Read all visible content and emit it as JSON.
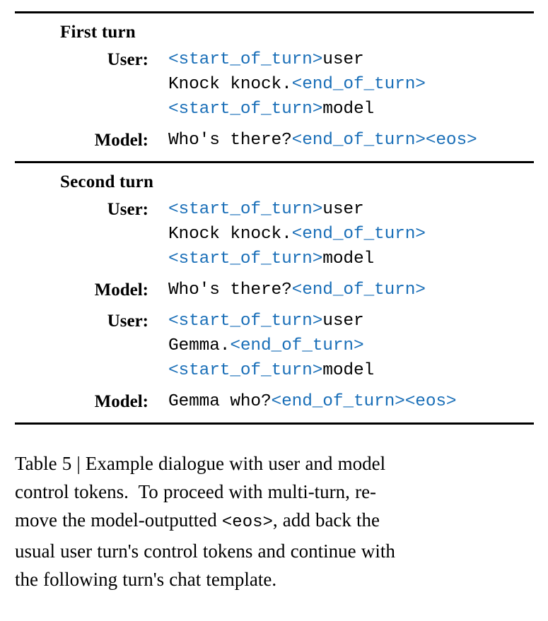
{
  "colors": {
    "control_token": "#1a6fb8",
    "text": "#000000",
    "rule": "#000000",
    "background": "#ffffff"
  },
  "table": {
    "sections": [
      {
        "title": "First turn",
        "rows": [
          {
            "label": "User:",
            "lines": [
              [
                {
                  "text": "<start_of_turn>",
                  "kind": "token"
                },
                {
                  "text": "user",
                  "kind": "literal"
                }
              ],
              [
                {
                  "text": "Knock knock.",
                  "kind": "literal"
                },
                {
                  "text": "<end_of_turn>",
                  "kind": "token"
                }
              ],
              [
                {
                  "text": "<start_of_turn>",
                  "kind": "token"
                },
                {
                  "text": "model",
                  "kind": "literal"
                }
              ]
            ]
          },
          {
            "label": "Model:",
            "lines": [
              [
                {
                  "text": "Who's there?",
                  "kind": "literal"
                },
                {
                  "text": "<end_of_turn><eos>",
                  "kind": "token"
                }
              ]
            ]
          }
        ]
      },
      {
        "title": "Second turn",
        "rows": [
          {
            "label": "User:",
            "lines": [
              [
                {
                  "text": "<start_of_turn>",
                  "kind": "token"
                },
                {
                  "text": "user",
                  "kind": "literal"
                }
              ],
              [
                {
                  "text": "Knock knock.",
                  "kind": "literal"
                },
                {
                  "text": "<end_of_turn>",
                  "kind": "token"
                }
              ],
              [
                {
                  "text": "<start_of_turn>",
                  "kind": "token"
                },
                {
                  "text": "model",
                  "kind": "literal"
                }
              ]
            ]
          },
          {
            "label": "Model:",
            "lines": [
              [
                {
                  "text": "Who's there?",
                  "kind": "literal"
                },
                {
                  "text": "<end_of_turn>",
                  "kind": "token"
                }
              ]
            ]
          },
          {
            "label": "User:",
            "lines": [
              [
                {
                  "text": "<start_of_turn>",
                  "kind": "token"
                },
                {
                  "text": "user",
                  "kind": "literal"
                }
              ],
              [
                {
                  "text": "Gemma.",
                  "kind": "literal"
                },
                {
                  "text": "<end_of_turn>",
                  "kind": "token"
                }
              ],
              [
                {
                  "text": "<start_of_turn>",
                  "kind": "token"
                },
                {
                  "text": "model",
                  "kind": "literal"
                }
              ]
            ]
          },
          {
            "label": "Model:",
            "lines": [
              [
                {
                  "text": "Gemma who?",
                  "kind": "literal"
                },
                {
                  "text": "<end_of_turn><eos>",
                  "kind": "token"
                }
              ]
            ]
          }
        ]
      }
    ]
  },
  "caption": {
    "lines": [
      [
        {
          "text": "Table 5 | Example dialogue with user and model",
          "kind": "serif"
        }
      ],
      [
        {
          "text": "control tokens.  To proceed with multi-turn, re-",
          "kind": "serif"
        }
      ],
      [
        {
          "text": "move the model-outputted ",
          "kind": "serif"
        },
        {
          "text": "<eos>",
          "kind": "mono"
        },
        {
          "text": ", add back the",
          "kind": "serif"
        }
      ],
      [
        {
          "text": "usual user turn's control tokens and continue with",
          "kind": "serif"
        }
      ],
      [
        {
          "text": "the following turn's chat template.",
          "kind": "serif"
        }
      ]
    ]
  }
}
